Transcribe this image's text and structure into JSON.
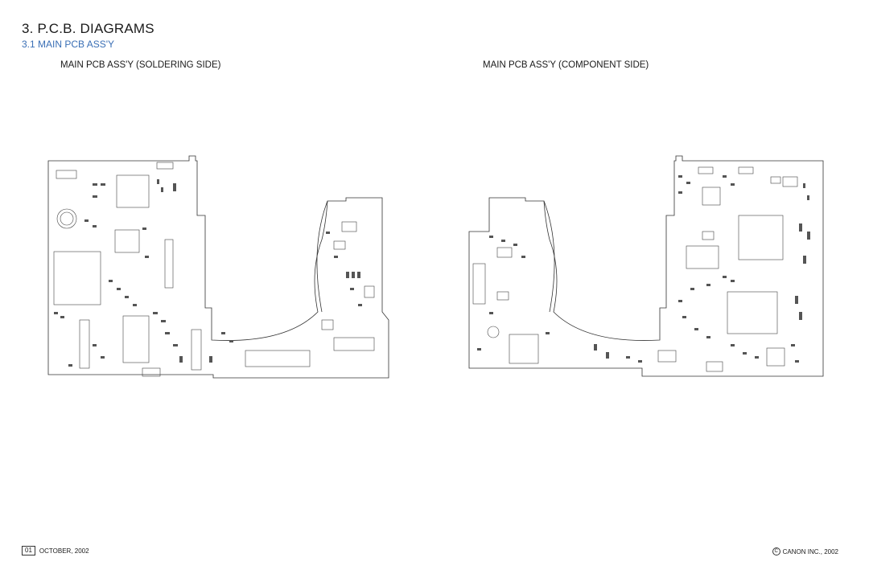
{
  "header": {
    "title": "3.  P.C.B. DIAGRAMS",
    "subtitle": "3.1  MAIN PCB ASS'Y"
  },
  "boards": {
    "left_caption": "MAIN PCB ASS'Y (SOLDERING SIDE)",
    "right_caption": "MAIN PCB ASS'Y (COMPONENT SIDE)"
  },
  "footer": {
    "revision": "01",
    "date": "OCTOBER, 2002",
    "copyright_symbol": "C",
    "copyright": "CANON INC., 2002"
  }
}
